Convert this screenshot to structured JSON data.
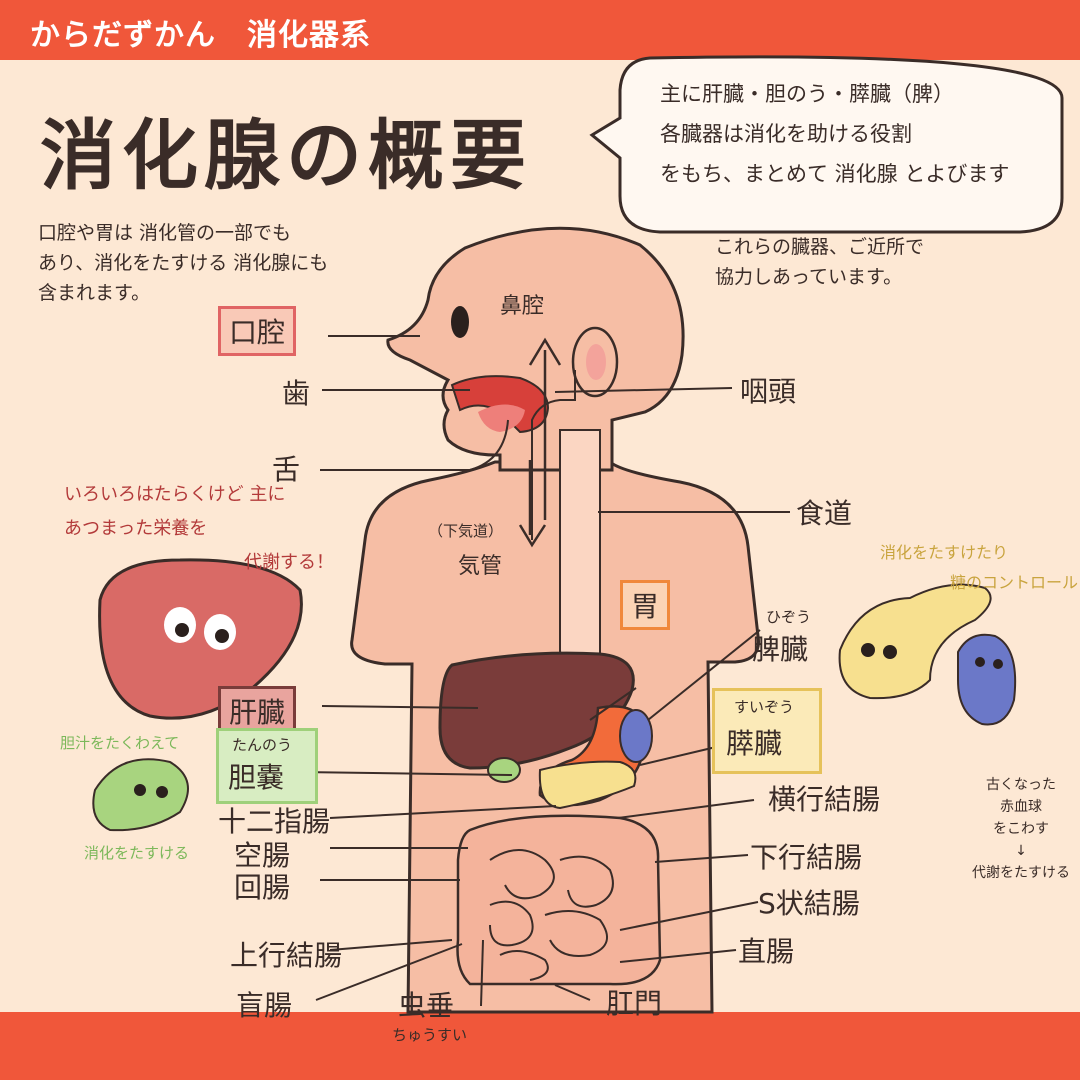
{
  "header": {
    "title": "からだずかん　消化器系"
  },
  "title": "消化腺の概要",
  "bubble_text": [
    "主に肝臓・胆のう・膵臓（脾）",
    "各臓器は消化を助ける役割",
    "をもち、まとめて 消化腺 とよびます"
  ],
  "note_left": [
    "口腔や胃は 消化管の一部でも",
    "あり、消化をたすける 消化腺にも",
    "含まれます。"
  ],
  "note_right": [
    "これらの臓器、ご近所で",
    "協力しあっています。"
  ],
  "labels": {
    "bikou": "鼻腔",
    "koukou": "口腔",
    "ha": "歯",
    "shita": "舌",
    "intou": "咽頭",
    "shokudou": "食道",
    "kikan_sub": "（下気道）",
    "kikan": "気管",
    "i": "胃",
    "hizou_reading": "ひぞう",
    "hizou": "脾臓",
    "kanzou": "肝臓",
    "tannou_reading": "たんのう",
    "tannou": "胆嚢",
    "suizou_reading": "すいぞう",
    "suizou": "膵臓",
    "oukou": "横行結腸",
    "juunishi": "十二指腸",
    "kuuchou": "空腸",
    "kaichou": "回腸",
    "kakou": "下行結腸",
    "sjou": "S状結腸",
    "joukou": "上行結腸",
    "chokuchou": "直腸",
    "mouchou": "盲腸",
    "chuusui": "虫垂",
    "chuusui_reading": "ちゅうすい",
    "koumon": "肛門"
  },
  "asides": {
    "liver_note": [
      "いろいろはたらくけど 主に",
      "あつまった栄養を",
      "代謝する！"
    ],
    "gall_note_top": "胆汁をたくわえて",
    "gall_note_bottom": "消化をたすける",
    "pancreas_note": [
      "消化をたすけたり",
      "糖のコントロール"
    ],
    "spleen_note": [
      "古くなった",
      "赤血球",
      "をこわす",
      "↓",
      "代謝をたすける"
    ]
  },
  "colors": {
    "band": "#f0573a",
    "background": "#fde8d4",
    "skin": "#f6bea5",
    "outline": "#3a2c28",
    "liver": "#7a3c3a",
    "liver_char": "#d96a66",
    "gallbladder": "#a8d47f",
    "stomach": "#f26b3a",
    "spleen": "#6b78c8",
    "pancreas": "#f7e08f",
    "intestine": "#f4b39b",
    "box_red": "#e06464",
    "box_orange": "#f0883a",
    "box_brown": "#7a3c3a",
    "box_green": "#9fd07a",
    "box_yellow": "#e6c25a"
  }
}
